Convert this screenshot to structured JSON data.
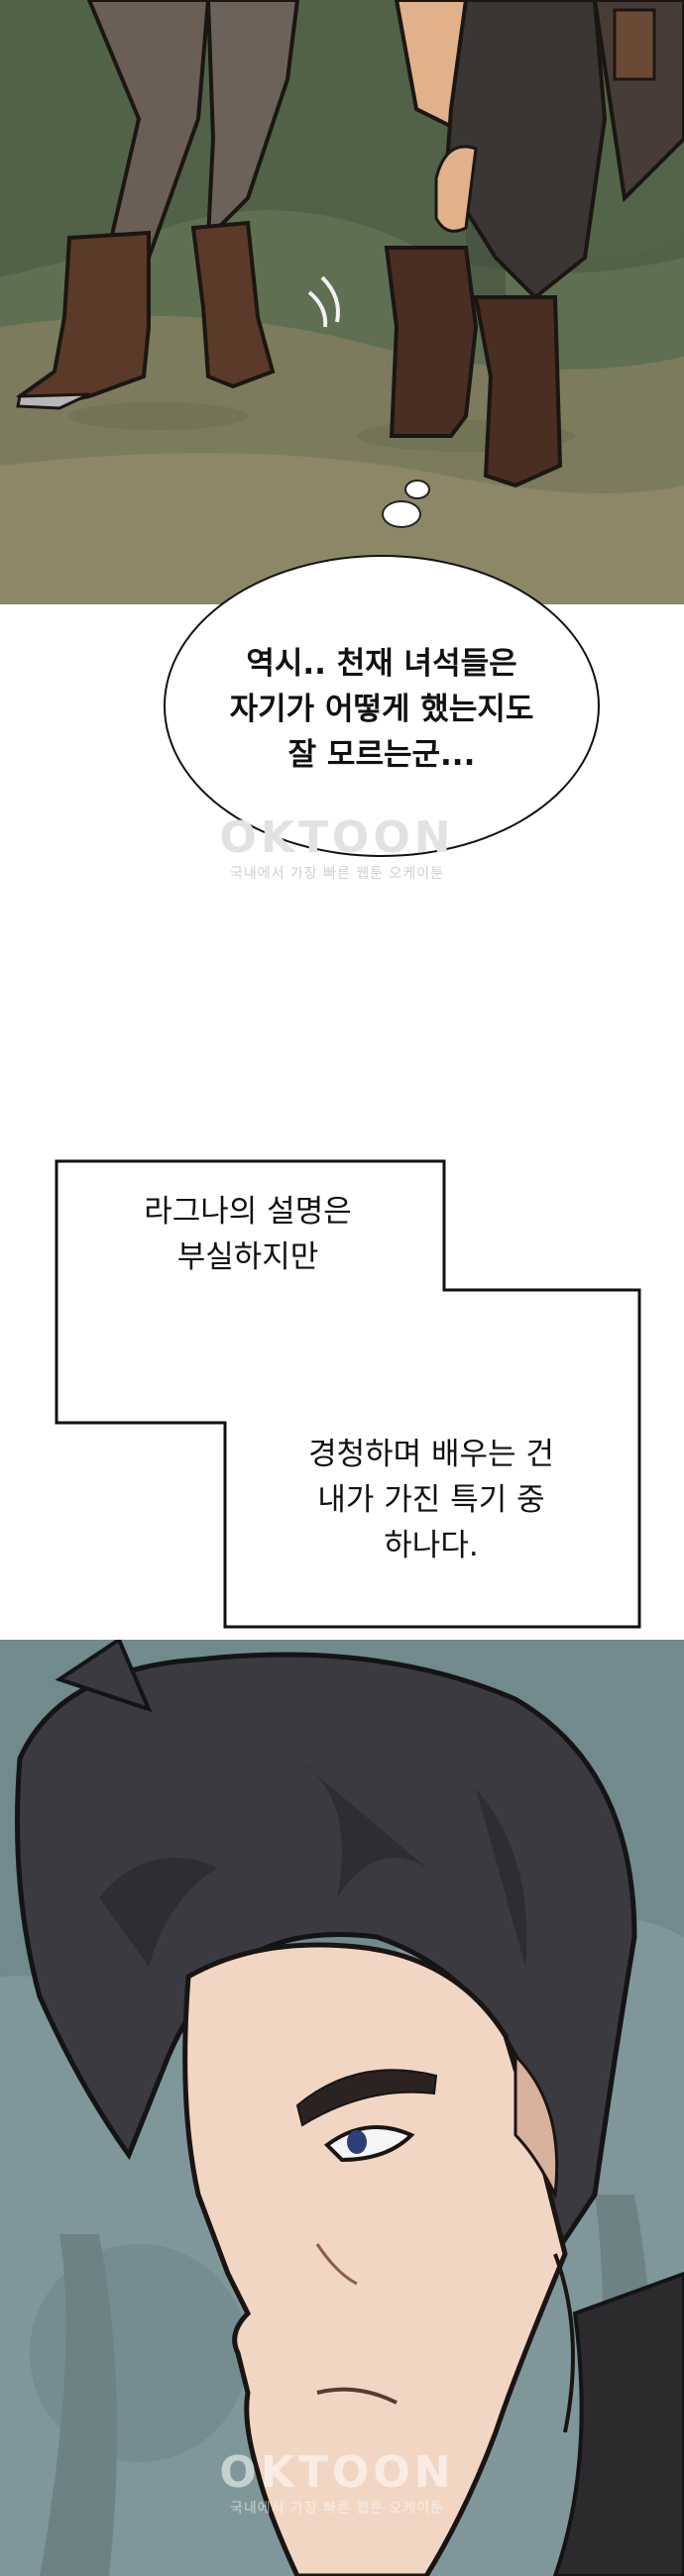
{
  "speech_bubble": {
    "lines": [
      "역시.. 천재 녀석들은",
      "자기가 어떻게 했는지도",
      "잘 모르는군..."
    ]
  },
  "narration_1": {
    "lines": [
      "라그나의 설명은",
      "부실하지만"
    ]
  },
  "narration_2": {
    "lines": [
      "경청하며 배우는 건",
      "내가 가진 특기 중",
      "하나다."
    ]
  },
  "watermark_1": {
    "logo": "OKTOON",
    "tagline": "국내에서 가장 빠른 웹툰 오케이툰"
  },
  "watermark_2": {
    "logo": "OKTOON",
    "tagline": "국내에서 가장 빠른 웹툰 오케이툰"
  }
}
